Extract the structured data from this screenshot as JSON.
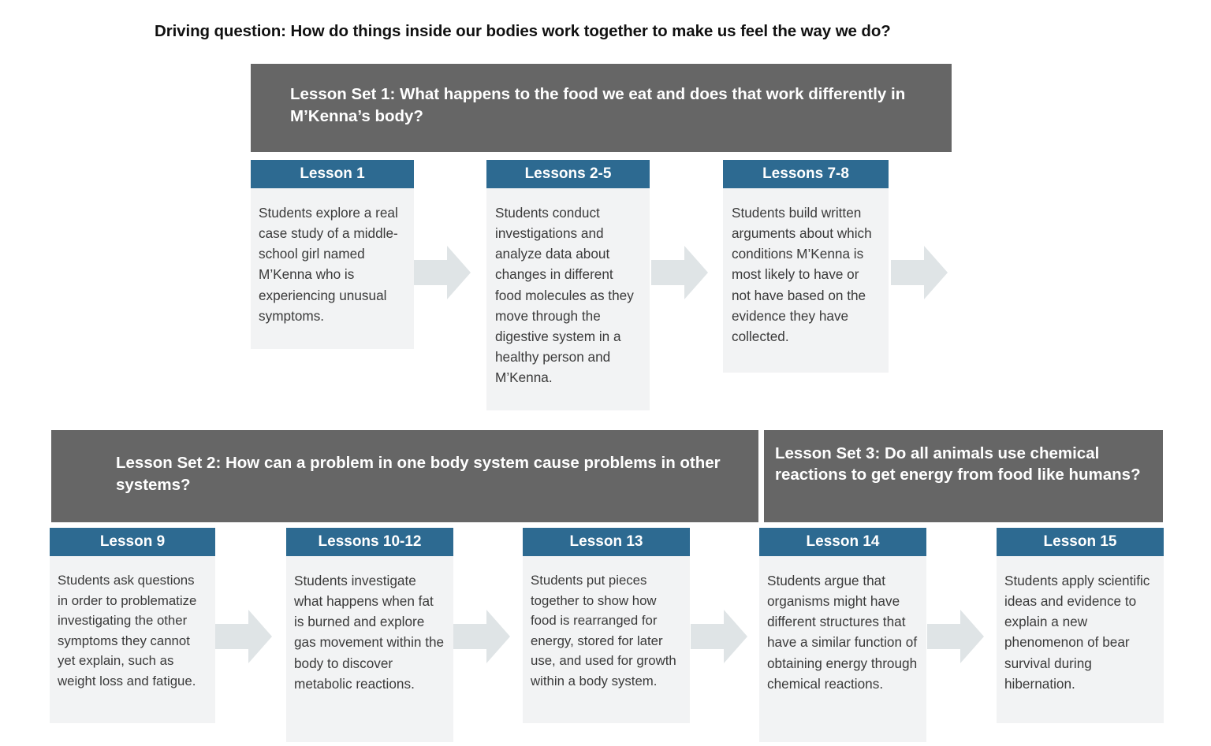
{
  "driving_question": "Driving question: How do things inside our bodies work together to make us feel the way we do?",
  "colors": {
    "set_header_gray": "#666666",
    "lesson_title_blue": "#2d6a91",
    "lesson_body_gray": "#f2f3f4",
    "arrow_gray": "#dfe4e6",
    "text_dark": "#3a3a3a"
  },
  "lesson_sets": [
    {
      "id": "set1",
      "title": "Lesson Set 1: What happens to the food we eat and does that work differently in M’Kenna’s body?",
      "lessons": [
        {
          "id": "lesson1",
          "title": "Lesson 1",
          "body": "Students explore a real case study of a middle-school girl named M’Kenna who is experiencing unusual symptoms."
        },
        {
          "id": "lesson2-5",
          "title": "Lessons 2-5",
          "body": "Students conduct investigations and analyze data about changes in different food molecules as they move through the digestive system in a healthy person and M’Kenna."
        },
        {
          "id": "lesson7-8",
          "title": "Lessons 7-8",
          "body": "Students build written arguments about which conditions M’Kenna is most likely to have or not have based on the evidence they have collected."
        }
      ]
    },
    {
      "id": "set2",
      "title": "Lesson Set 2: How can a problem in one body system cause problems in other systems?",
      "lessons": [
        {
          "id": "lesson9",
          "title": "Lesson 9",
          "body": "Students ask questions in order to problematize investigating the other symptoms they cannot yet explain, such as weight loss and fatigue."
        },
        {
          "id": "lesson10-12",
          "title": "Lessons 10-12",
          "body": "Students investigate what happens when fat is burned and explore gas movement within the body to discover metabolic reactions."
        },
        {
          "id": "lesson13",
          "title": "Lesson 13",
          "body": "Students put pieces together to show how food is rearranged for energy, stored for later use, and used for growth within a body system."
        }
      ]
    },
    {
      "id": "set3",
      "title": "Lesson Set 3: Do all animals use chemical reactions to get energy from food like humans?",
      "lessons": [
        {
          "id": "lesson14",
          "title": "Lesson 14",
          "body": "Students argue that organisms might have different structures that have a similar function of obtaining energy through chemical reactions."
        },
        {
          "id": "lesson15",
          "title": "Lesson 15",
          "body": "Students apply scientific ideas and evidence to explain a new phenomenon of bear survival during hibernation."
        }
      ]
    }
  ]
}
